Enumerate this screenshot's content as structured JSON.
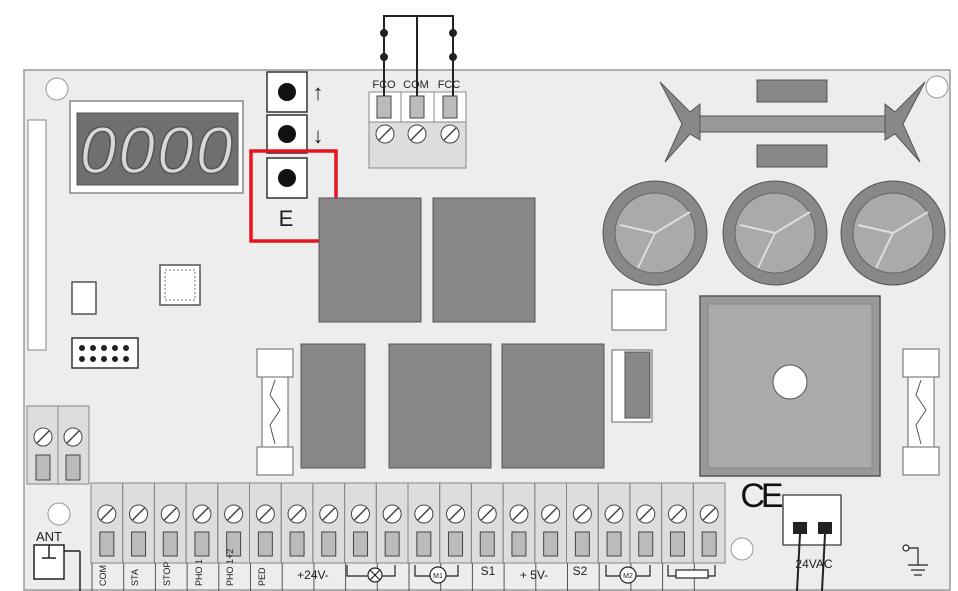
{
  "display": {
    "digits": "0000"
  },
  "buttons": {
    "up_label": "↑",
    "down_label": "↓",
    "enter_label": "E"
  },
  "relay_terminals": [
    "FCO",
    "COM",
    "FCC"
  ],
  "antenna_label": "ANT",
  "bottom_terminals": [
    "COM",
    "STA",
    "STOP",
    "PHO 1",
    "PHO 1+2",
    "PED",
    "+24V-",
    "",
    "",
    "",
    "",
    "",
    "S1",
    "+ 5V-",
    "S2",
    "",
    "",
    "",
    "",
    ""
  ],
  "bottom_labels": {
    "com": "COM",
    "sta": "STA",
    "stop": "STOP",
    "pho1": "PHO 1",
    "pho12": "PHO 1+2",
    "ped": "PED",
    "v24": "+24V-",
    "s1": "S1",
    "v5": "+ 5V-",
    "s2": "S2",
    "m1": "M1",
    "m2": "M2"
  },
  "power_label": "24VAC",
  "ce_mark": "CE",
  "highlight_color": "#e8141c",
  "board_color": "#eeeeee",
  "component_color": "#888888"
}
